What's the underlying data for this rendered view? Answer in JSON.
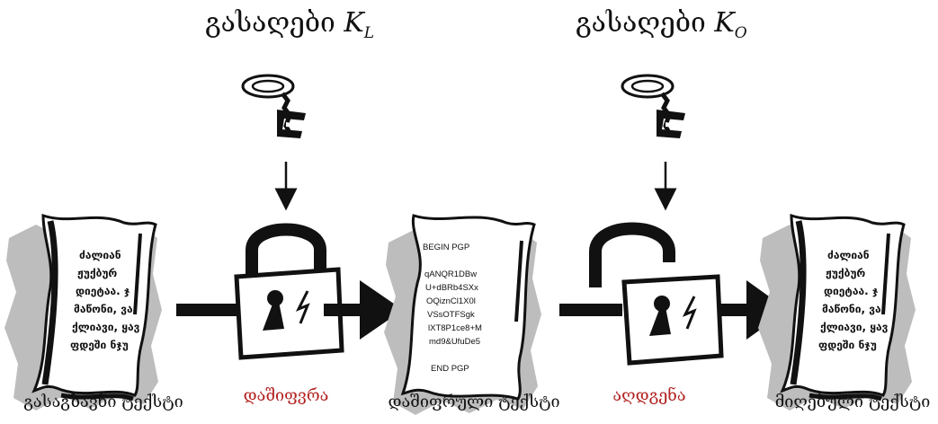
{
  "keys": {
    "left": {
      "prefix": "გასაღები",
      "symbol": "K",
      "subscript": "L"
    },
    "right": {
      "prefix": "გასაღები",
      "symbol": "K",
      "subscript": "O"
    }
  },
  "captions": {
    "plaintext": "გასაგზავნი ტექსტი",
    "encryption": "დაშიფვრა",
    "ciphertext": "დაშიფრული ტექსტი",
    "decryption": "აღდგენა",
    "received": "მიღებული ტექსტი"
  },
  "plain_lines": [
    "ძალიან",
    "ჟუქბურ",
    "დიეტაა. ჯ",
    "მაწონი, ვა",
    "ქლიავი, ყავ",
    "ფდეში ნჯუ"
  ],
  "cipher_lines": [
    "BEGIN PGP",
    "",
    "qANQR1DBw",
    "U+dBRb4SXx",
    "OQiznCl1X0l",
    "VSsOTFSgk",
    "lXT8P1ce8+M",
    "md9&UfuDe5",
    "",
    "END PGP"
  ],
  "colors": {
    "caption_text": "#111111",
    "action_text": "#b22222",
    "shadow": "#bdbdbd"
  }
}
